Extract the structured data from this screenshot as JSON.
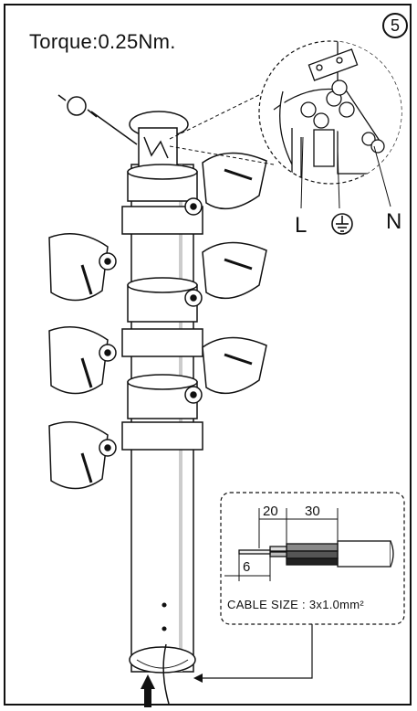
{
  "title": "Torque:0.25Nm.",
  "step": "5",
  "labels": {
    "live": "L",
    "neutral": "N",
    "ground_icon": "ground-icon"
  },
  "inset": {
    "dim_outer": "20",
    "dim_jacket": "30",
    "dim_strip": "6",
    "cable_size": "CABLE SIZE : 3x1.0mm²"
  }
}
